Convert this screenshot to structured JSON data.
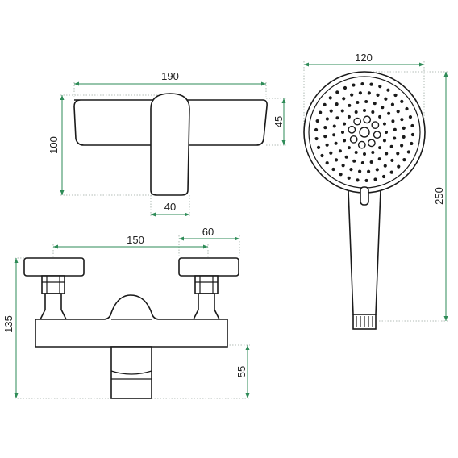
{
  "dimensions": {
    "top_view_width": "190",
    "top_view_depth": "100",
    "top_view_body_height": "45",
    "lever_width": "40",
    "front_view_centers": "150",
    "front_view_nut": "60",
    "front_view_total_height": "135",
    "outlet_height": "55",
    "handshower_diameter": "120",
    "handshower_length": "250"
  },
  "colors": {
    "dimension_line": "#2e8b57",
    "extension_line": "#9aa8a0",
    "outline": "#1a1a1a"
  }
}
